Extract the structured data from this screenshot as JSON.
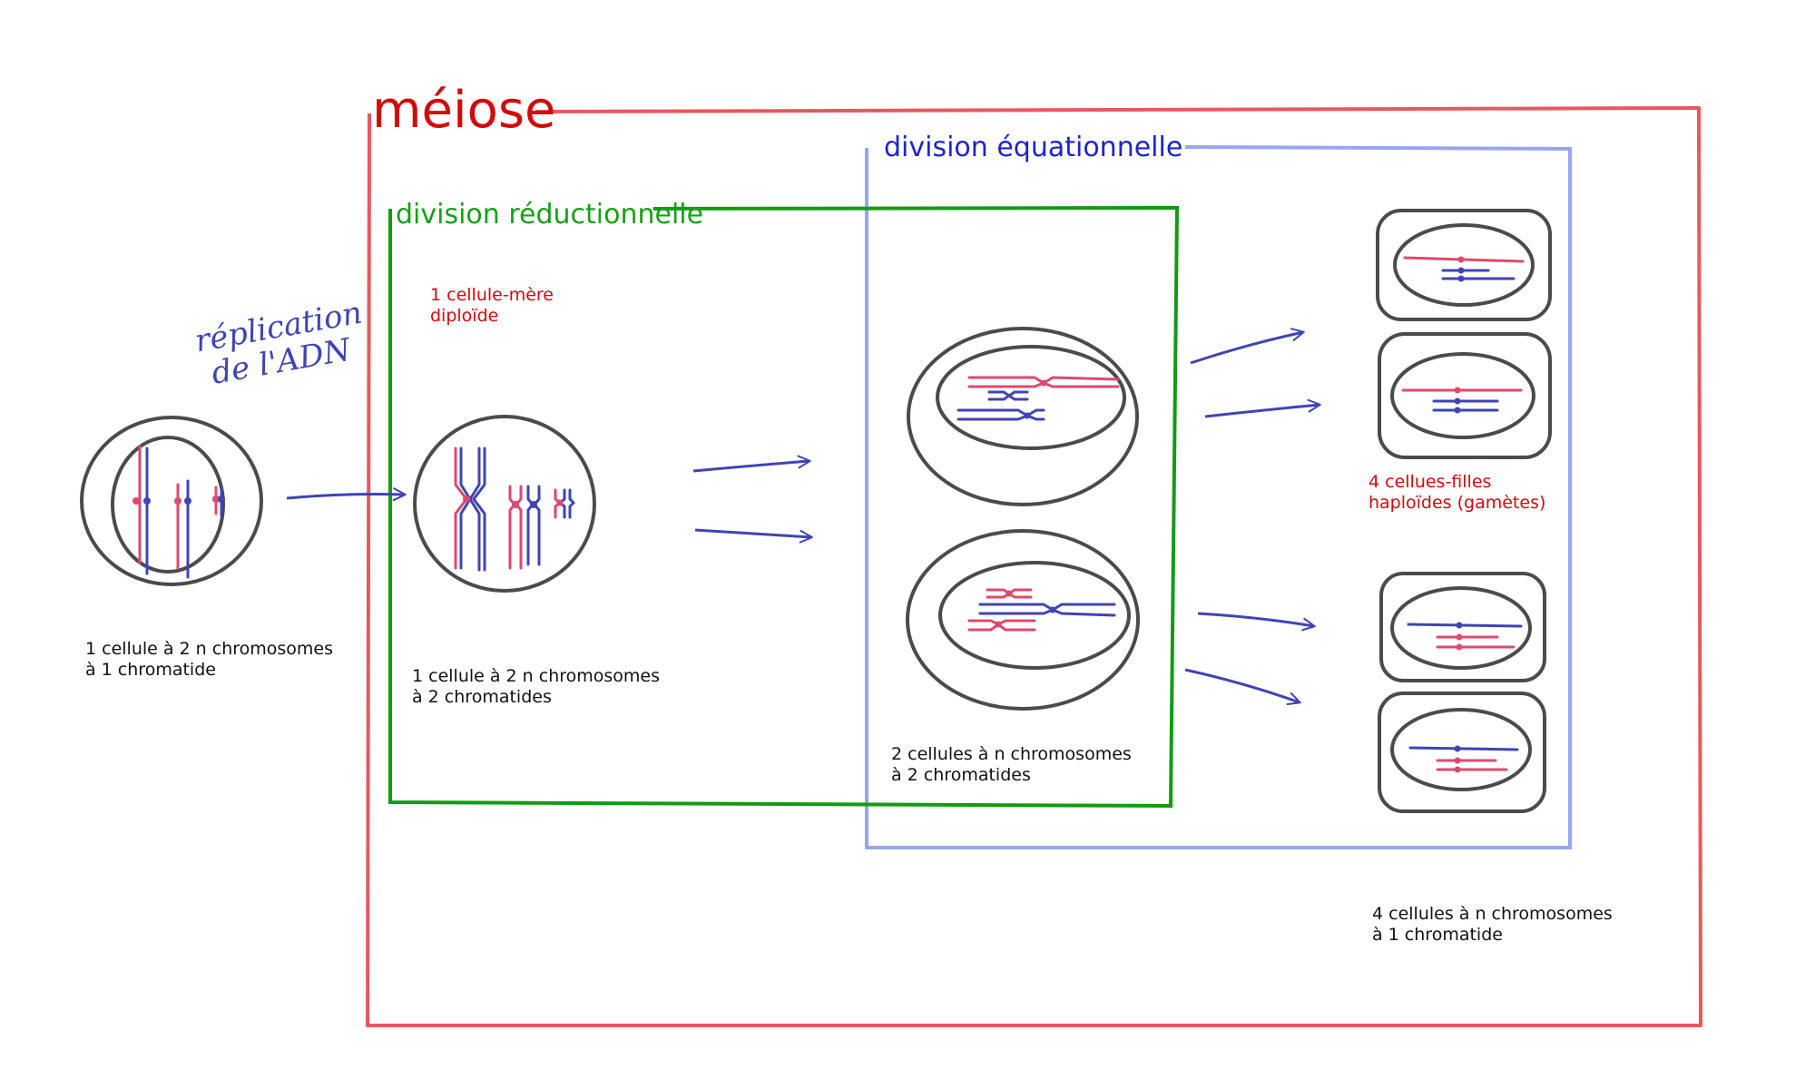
{
  "colors": {
    "meiose": "#e8585e",
    "reductionnelle": "#139b13",
    "equationnelle": "#98a6f0",
    "chromosome_red": "#dc4a6e",
    "chromosome_blue": "#3f44b5",
    "cell_outline": "#4b4b4b",
    "label_red": "#d20a0a",
    "label_blue": "#1c26c8",
    "label_green": "#18a018"
  },
  "titles": {
    "meiose": "méiose",
    "reductionnelle": "division réductionnelle",
    "equationnelle": "division équationnelle"
  },
  "annotation": {
    "replication_line1": "réplication",
    "replication_line2": "de l'ADN"
  },
  "captions": {
    "mother_cell_line1": "1 cellule-mère",
    "mother_cell_line2": "diploïde",
    "initial_line1": "1 cellule à 2 n chromosomes",
    "initial_line2": "à 1 chromatide",
    "replicated_line1": "1 cellule à 2 n chromosomes",
    "replicated_line2": "à 2 chromatides",
    "two_cells_line1": "2 cellules à n chromosomes",
    "two_cells_line2": "à 2 chromatides",
    "daughters_line1": "4 cellues-filles",
    "daughters_line2": "haploïdes (gamètes)",
    "four_cells_line1": "4 cellules à n chromosomes",
    "four_cells_line2": "à 1 chromatide"
  },
  "icons": {
    "arrow": "right-arrow-icon",
    "cell": "cell-icon",
    "chromosome": "chromosome-icon"
  }
}
